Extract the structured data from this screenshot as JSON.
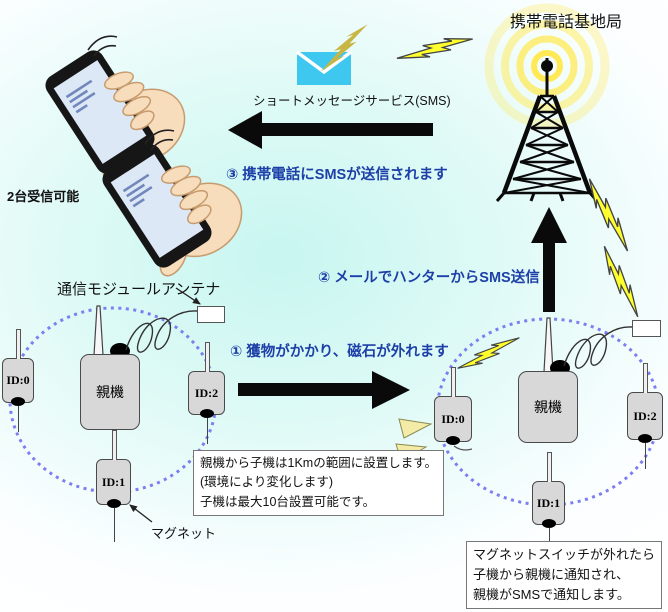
{
  "colors": {
    "background_center": "#c8f6f0",
    "step_text_blue": "#1d3fa8",
    "envelope_cyan": "#3fc8ef",
    "bolt_yellow": "#ffff2e",
    "bolt_gold": "#c7b544",
    "ring_yellow": "#ffe94d",
    "range_circle_dot": "#7e7ef2",
    "device_gray": "#d8d8d8",
    "phone_screen": "#dce8f6"
  },
  "station": {
    "label": "携帯電話基地局"
  },
  "sms": {
    "label": "ショートメッセージサービス(SMS)"
  },
  "steps": {
    "step1": "① 獲物がかかり、磁石が外れます",
    "step2": "② メールでハンターからSMS送信",
    "step3": "③ 携帯電話にSMSが送信されます"
  },
  "phones": {
    "caption": "2台受信可能"
  },
  "left_network": {
    "parent": "親機",
    "antenna_label": "通信モジュールアンテナ",
    "magnet_label": "マグネット",
    "child0": "ID:0",
    "child1": "ID:1",
    "child2": "ID:2"
  },
  "right_network": {
    "parent": "親機",
    "child0": "ID:0",
    "child1": "ID:1",
    "child2": "ID:2"
  },
  "notes": {
    "range": {
      "line1": "親機から子機は1Kmの範囲に設置します。",
      "line2": "(環境により変化します)",
      "line3": "子機は最大10台設置可能です。"
    },
    "magnet": {
      "line1": "マグネットスイッチが外れたら",
      "line2": "子機から親機に通知され、",
      "line3": "親機がSMSで通知します。"
    }
  }
}
